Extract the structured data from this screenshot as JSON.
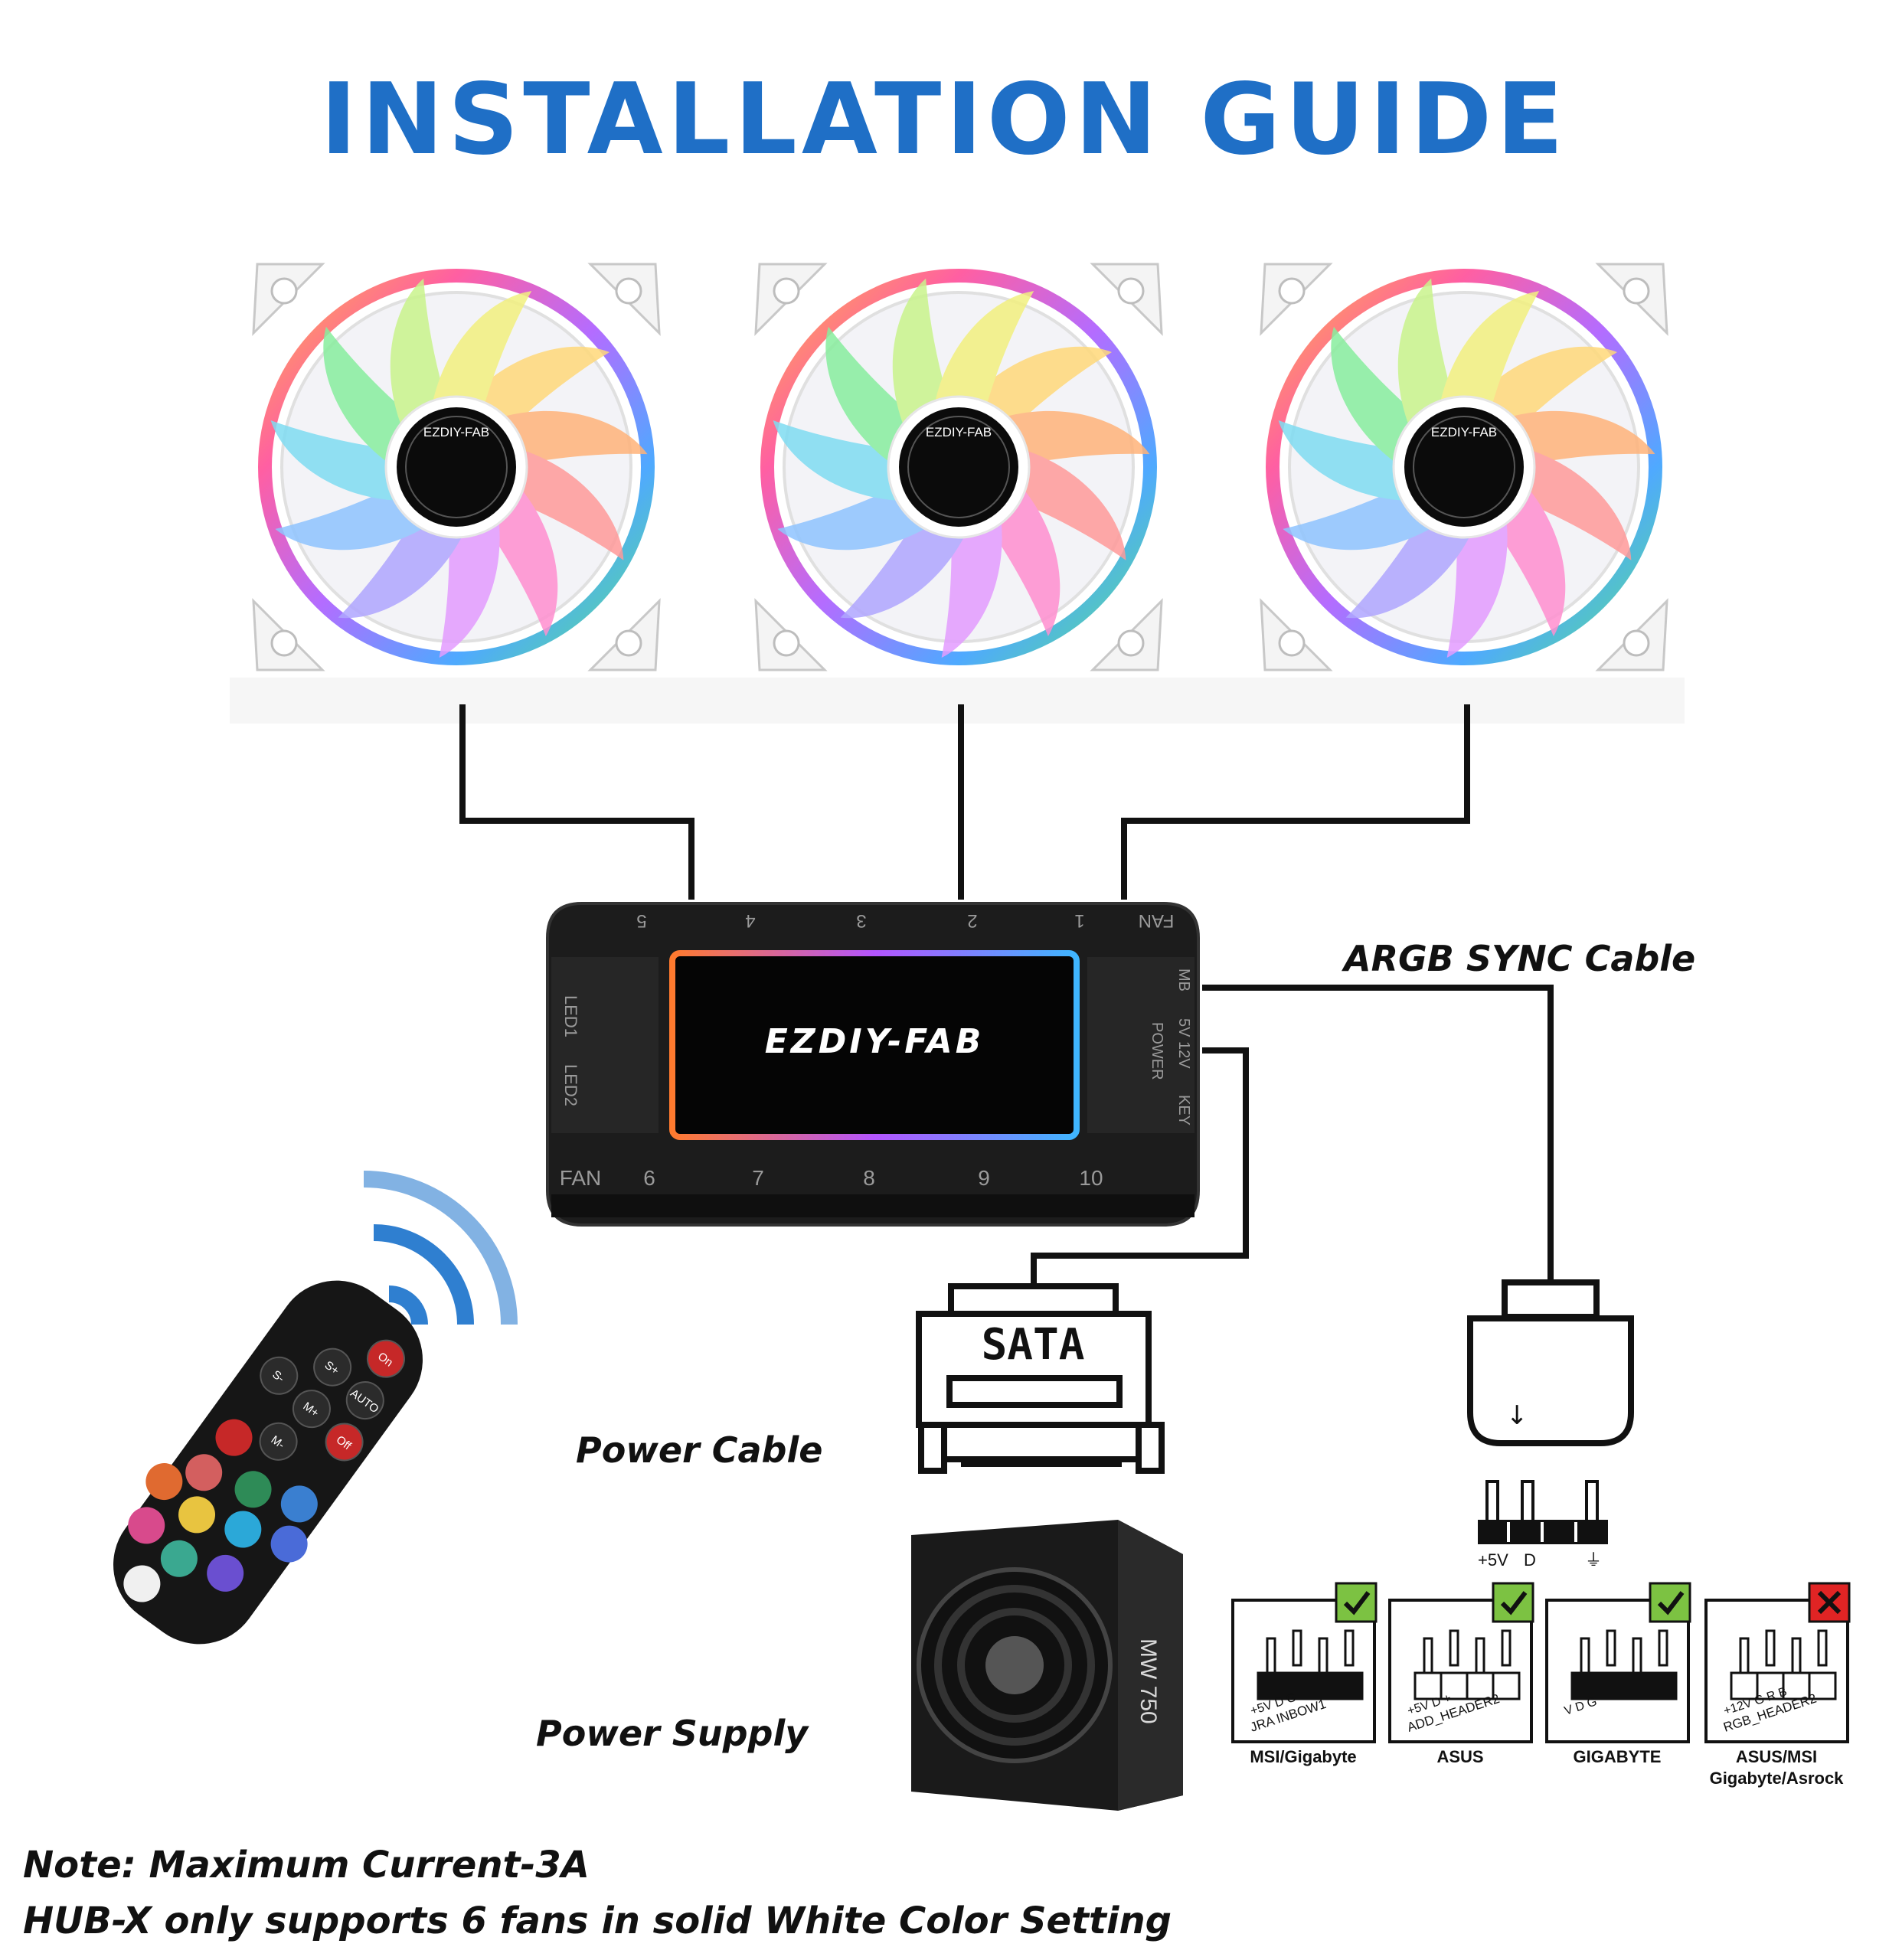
{
  "title": "INSTALLATION GUIDE",
  "fan_brand": "EZDIY-FAB",
  "hub": {
    "brand": "EZDIY-FAB",
    "top_ports": [
      "5",
      "4",
      "3",
      "2",
      "1",
      "FAN"
    ],
    "bottom_ports": [
      "FAN",
      "6",
      "7",
      "8",
      "9",
      "10"
    ],
    "left_labels": [
      "LED1",
      "LED2"
    ],
    "right_labels": [
      "MB",
      "POWER",
      "5V 12V",
      "KEY"
    ]
  },
  "labels": {
    "argb_sync_cable": "ARGB SYNC Cable",
    "power_cable": "Power Cable",
    "power_supply": "Power Supply",
    "sata": "SATA"
  },
  "connector_pins": [
    "+5V",
    "D",
    "⏚"
  ],
  "headers": [
    {
      "name": "MSI/Gigabyte",
      "sub": "",
      "pins": "+5V  D     G",
      "header_label": "JRA INBOW1",
      "status": "check"
    },
    {
      "name": "ASUS",
      "sub": "",
      "pins": "+5V  D     +",
      "header_label": "ADD_HEADER2",
      "status": "check"
    },
    {
      "name": "GIGABYTE",
      "sub": "",
      "pins": "V D G",
      "header_label": "",
      "status": "check"
    },
    {
      "name": "ASUS/MSI",
      "sub": "Gigabyte/Asrock",
      "pins": "+12V  G  R  B",
      "header_label": "RGB_HEADER2",
      "status": "cross"
    }
  ],
  "remote": {
    "buttons": [
      "On",
      "S+",
      "AUTO",
      "S-",
      "M+",
      "Off",
      "M-"
    ]
  },
  "psu_label": "MW 750",
  "notes": {
    "line1": "Note: Maximum Current-3A",
    "line2": "HUB-X only supports 6 fans in solid White Color Setting"
  },
  "colors": {
    "title": "#1f6fc6",
    "check": "#7cc242",
    "cross": "#e02424",
    "wifi": "#2f7fd0"
  }
}
